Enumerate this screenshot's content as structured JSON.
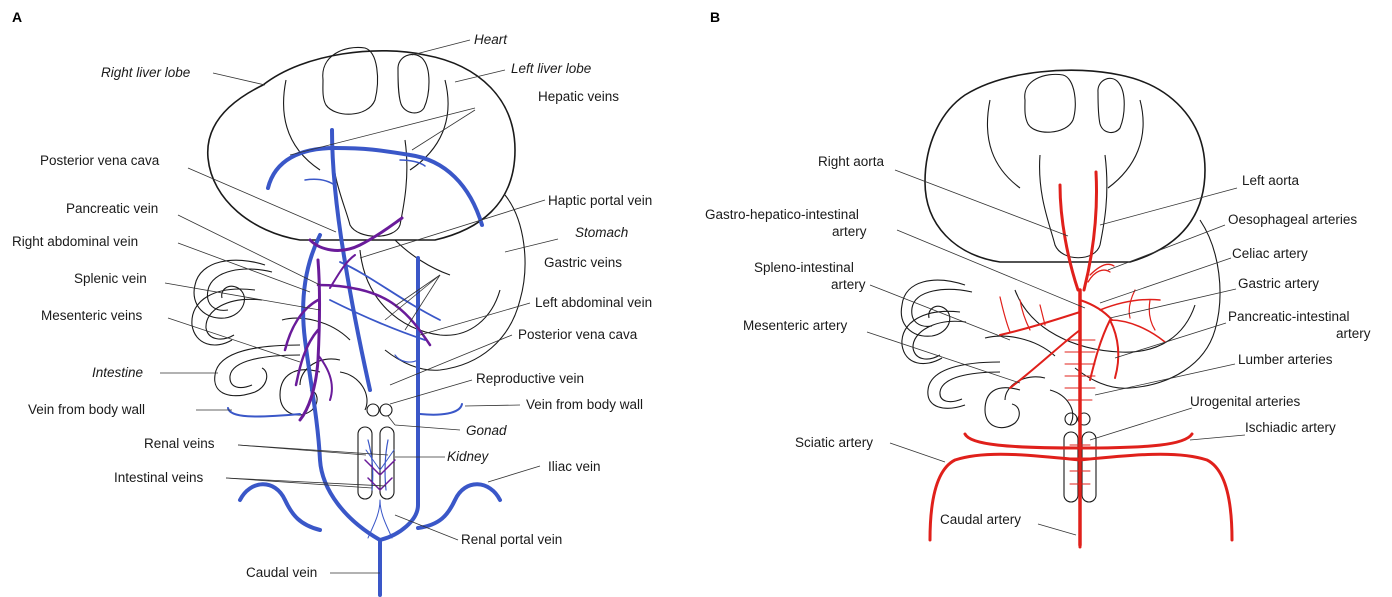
{
  "colors": {
    "vein": "#3a57c8",
    "portal": "#6a1b9a",
    "artery": "#e0201b",
    "outline": "#1a1a1a"
  },
  "panels": [
    {
      "letter": "A",
      "labels": [
        {
          "text": "Heart",
          "italic": true
        },
        {
          "text": "Right liver lobe",
          "italic": true
        },
        {
          "text": "Left liver lobe",
          "italic": true
        },
        {
          "text": "Hepatic veins"
        },
        {
          "text": "Posterior vena cava"
        },
        {
          "text": "Haptic portal vein"
        },
        {
          "text": "Pancreatic vein"
        },
        {
          "text": "Stomach",
          "italic": true
        },
        {
          "text": "Right abdominal vein"
        },
        {
          "text": "Gastric veins"
        },
        {
          "text": "Splenic vein"
        },
        {
          "text": "Left abdominal vein"
        },
        {
          "text": "Mesenteric veins"
        },
        {
          "text": "Posterior vena cava"
        },
        {
          "text": "Intestine",
          "italic": true
        },
        {
          "text": "Reproductive vein"
        },
        {
          "text": "Vein from body wall"
        },
        {
          "text": "Vein from body wall"
        },
        {
          "text": "Gonad",
          "italic": true
        },
        {
          "text": "Renal veins"
        },
        {
          "text": "Kidney",
          "italic": true
        },
        {
          "text": "Iliac vein"
        },
        {
          "text": "Intestinal veins"
        },
        {
          "text": "Renal portal vein"
        },
        {
          "text": "Caudal vein"
        }
      ]
    },
    {
      "letter": "B",
      "labels": [
        {
          "text": "Right aorta"
        },
        {
          "text": "Left aorta"
        },
        {
          "text": "Gastro-hepatico-intestinal"
        },
        {
          "text": "artery"
        },
        {
          "text": "Oesophageal arteries"
        },
        {
          "text": "Celiac artery"
        },
        {
          "text": "Spleno-intestinal"
        },
        {
          "text": "artery"
        },
        {
          "text": "Gastric artery"
        },
        {
          "text": "Mesenteric artery"
        },
        {
          "text": "Pancreatic-intestinal"
        },
        {
          "text": "artery"
        },
        {
          "text": "Lumber arteries"
        },
        {
          "text": "Urogenital arteries"
        },
        {
          "text": "Ischiadic artery"
        },
        {
          "text": "Sciatic artery"
        },
        {
          "text": "Caudal artery"
        }
      ]
    }
  ]
}
